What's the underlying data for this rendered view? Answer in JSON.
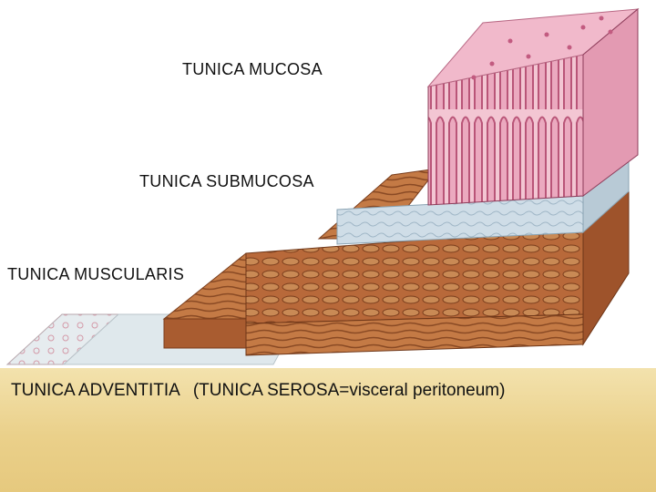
{
  "labels": {
    "mucosa": "TUNICA MUCOSA",
    "submucosa": "TUNICA SUBMUCOSA",
    "muscularis": "TUNICA MUSCULARIS",
    "adventitia": "TUNICA ADVENTITIA",
    "serosa": "(TUNICA SEROSA=visceral peritoneum)"
  },
  "colors": {
    "mucosa_pink": "#e9a9bd",
    "muscle_brown": "#b8693a",
    "submucosa_blue": "#c9d9e4",
    "footer_gold": "#ead08a"
  }
}
